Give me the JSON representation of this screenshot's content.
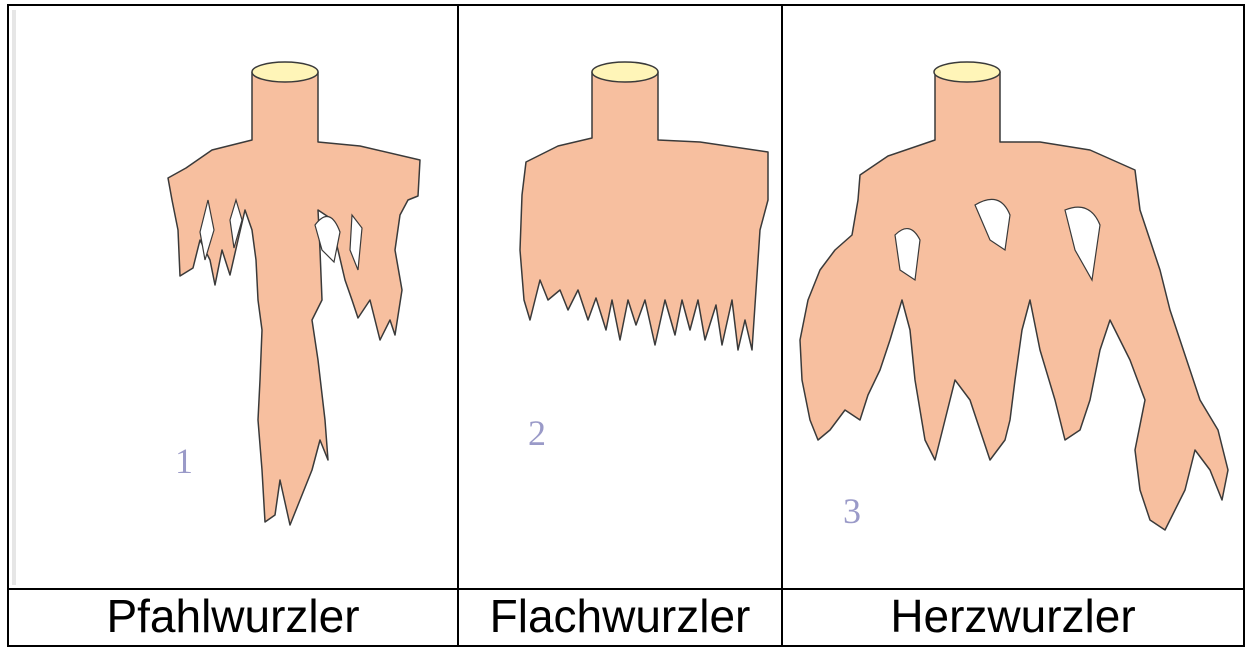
{
  "panels": [
    {
      "number": "1",
      "caption": "Pfahlwurzler"
    },
    {
      "number": "2",
      "caption": "Flachwurzler"
    },
    {
      "number": "3",
      "caption": "Herzwurzler"
    }
  ],
  "colors": {
    "root_fill": "#f7bf9f",
    "root_outline": "#3a3a3a",
    "trunk_top": "#fff5b8",
    "number_color": "#9a9ac8"
  }
}
